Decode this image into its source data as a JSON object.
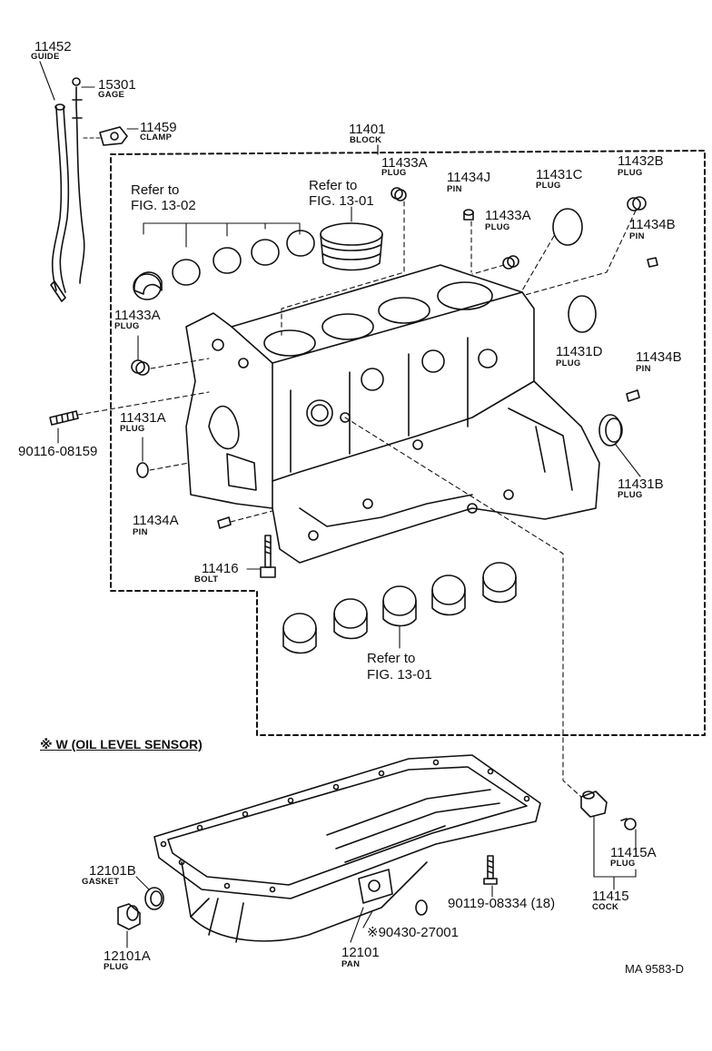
{
  "diagram_code": "MA 9583-D",
  "note": "※ W (OIL LEVEL SENSOR)",
  "parts": [
    {
      "id": "guide",
      "number": "11452",
      "name": "GUIDE"
    },
    {
      "id": "gage",
      "number": "15301",
      "name": "GAGE"
    },
    {
      "id": "clamp",
      "number": "11459",
      "name": "CLAMP"
    },
    {
      "id": "block",
      "number": "11401",
      "name": "BLOCK"
    },
    {
      "id": "plug-11433a-top",
      "number": "11433A",
      "name": "PLUG"
    },
    {
      "id": "pin-11434j",
      "number": "11434J",
      "name": "PIN"
    },
    {
      "id": "plug-11433a-mid",
      "number": "11433A",
      "name": "PLUG"
    },
    {
      "id": "plug-11431c",
      "number": "11431C",
      "name": "PLUG"
    },
    {
      "id": "plug-11432b",
      "number": "11432B",
      "name": "PLUG"
    },
    {
      "id": "pin-11434b-top",
      "number": "11434B",
      "name": "PIN"
    },
    {
      "id": "plug-11433a-left",
      "number": "11433A",
      "name": "PLUG"
    },
    {
      "id": "plug-11431d",
      "number": "11431D",
      "name": "PLUG"
    },
    {
      "id": "pin-11434b-right",
      "number": "11434B",
      "name": "PIN"
    },
    {
      "id": "stud-90116",
      "number": "90116-08159",
      "name": ""
    },
    {
      "id": "plug-11431a",
      "number": "11431A",
      "name": "PLUG"
    },
    {
      "id": "plug-11431b",
      "number": "11431B",
      "name": "PLUG"
    },
    {
      "id": "pin-11434a",
      "number": "11434A",
      "name": "PIN"
    },
    {
      "id": "bolt-11416",
      "number": "11416",
      "name": "BOLT"
    },
    {
      "id": "gasket",
      "number": "12101B",
      "name": "GASKET"
    },
    {
      "id": "plug-12101a",
      "number": "12101A",
      "name": "PLUG"
    },
    {
      "id": "pan",
      "number": "12101",
      "name": "PAN"
    },
    {
      "id": "sensor-90430",
      "number": "※90430-27001",
      "name": ""
    },
    {
      "id": "stud-90119",
      "number": "90119-08334 (18)",
      "name": ""
    },
    {
      "id": "plug-11415a",
      "number": "11415A",
      "name": "PLUG"
    },
    {
      "id": "cock-11415",
      "number": "11415",
      "name": "COCK"
    }
  ],
  "references": [
    {
      "id": "ref-13-02",
      "line1": "Refer to",
      "line2": "FIG. 13-02"
    },
    {
      "id": "ref-13-01-top",
      "line1": "Refer to",
      "line2": "FIG. 13-01"
    },
    {
      "id": "ref-13-01-bottom",
      "line1": "Refer to",
      "line2": "FIG. 13-01"
    }
  ]
}
